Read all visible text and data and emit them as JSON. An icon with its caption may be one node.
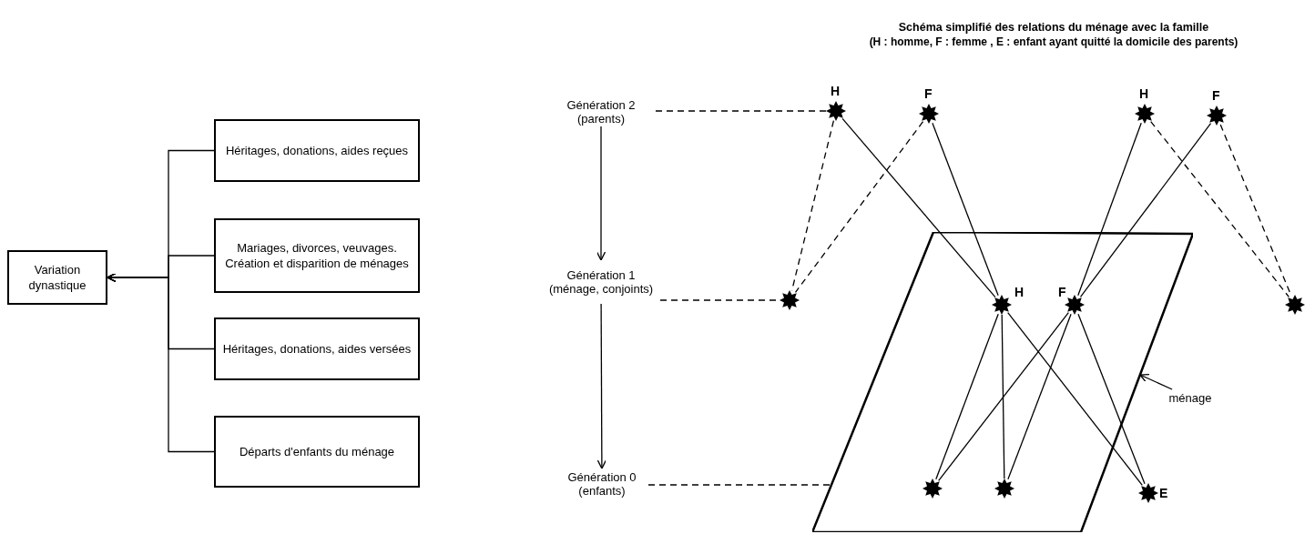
{
  "diagram": {
    "title": "Schéma simplifié des relations du ménage avec la famille",
    "nodes": [
      {
        "text": [
          "Variation dynastique"
        ]
      },
      {
        "text": [
          "Héritages, donations, aides reçues"
        ]
      },
      {
        "text": [
          "Mariages, divorces, veuvages. Création et disparition de ménages"
        ]
      },
      {
        "text": [
          "Héritages, donations, aides versées"
        ]
      },
      {
        "text": [
          "Départs d'enfants du ménage"
        ]
      },
      {
        "text": [
          "Génération 2 (parents)"
        ]
      },
      {
        "text": [
          "Génération 1 (ménage, conjoints)"
        ]
      },
      {
        "text": [
          "Génération 0 (enfants)"
        ]
      },
      {
        "text": [],
        "shape": "star",
        "beside": [
          "H"
        ]
      },
      {
        "text": [],
        "shape": "star",
        "beside": [
          "F"
        ]
      },
      {
        "text": [],
        "shape": "star",
        "beside": [
          "H"
        ]
      },
      {
        "text": [],
        "shape": "star",
        "beside": [
          "F"
        ]
      },
      {
        "text": [],
        "shape": "star"
      },
      {
        "text": [],
        "shape": "parallelogram"
      },
      {
        "text": [],
        "shape": "star",
        "beside": [
          "H"
        ],
        "in": 13
      },
      {
        "text": [],
        "shape": "star",
        "beside": [
          "F"
        ],
        "in": 13
      },
      {
        "text": [],
        "shape": "star"
      },
      {
        "text": [],
        "shape": "star",
        "in": 13
      },
      {
        "text": [],
        "shape": "star",
        "in": 13
      },
      {
        "text": [],
        "shape": "star",
        "beside": [
          "E"
        ],
        "in": 13
      },
      {
        "text": [
          "ménage"
        ]
      }
    ],
    "edges": [
      {
        "from": 1,
        "to": 0,
        "arrow": "to"
      },
      {
        "from": 2,
        "to": 0,
        "arrow": "to"
      },
      {
        "from": 3,
        "to": 0,
        "arrow": "to"
      },
      {
        "from": 4,
        "to": 0,
        "arrow": "to"
      },
      {
        "from": 5,
        "to": 6,
        "arrow": "to"
      },
      {
        "from": 6,
        "to": 7,
        "arrow": "to"
      },
      {
        "from": 5,
        "to": 8,
        "arrow": "none",
        "style": "dashed"
      },
      {
        "from": 6,
        "to": 12,
        "arrow": "none",
        "style": "dashed"
      },
      {
        "from": 7,
        "to": 13,
        "arrow": "none",
        "style": "dashed"
      },
      {
        "from": 8,
        "to": 12,
        "arrow": "none",
        "style": "dashed"
      },
      {
        "from": 9,
        "to": 12,
        "arrow": "none",
        "style": "dashed"
      },
      {
        "from": 8,
        "to": 14,
        "arrow": "none"
      },
      {
        "from": 9,
        "to": 14,
        "arrow": "none"
      },
      {
        "from": 10,
        "to": 15,
        "arrow": "none"
      },
      {
        "from": 11,
        "to": 15,
        "arrow": "none"
      },
      {
        "from": 10,
        "to": 16,
        "arrow": "none",
        "style": "dashed"
      },
      {
        "from": 11,
        "to": 16,
        "arrow": "none",
        "style": "dashed"
      },
      {
        "from": 14,
        "to": 17,
        "arrow": "none"
      },
      {
        "from": 14,
        "to": 18,
        "arrow": "none"
      },
      {
        "from": 14,
        "to": 19,
        "arrow": "none"
      },
      {
        "from": 15,
        "to": 17,
        "arrow": "none"
      },
      {
        "from": 15,
        "to": 18,
        "arrow": "none"
      },
      {
        "from": 15,
        "to": 19,
        "arrow": "none"
      },
      {
        "from": 20,
        "to": 13,
        "arrow": "to"
      }
    ],
    "labels": [
      "(H : homme, F : femme , E : enfant ayant quitté la domicile des parents)"
    ]
  }
}
